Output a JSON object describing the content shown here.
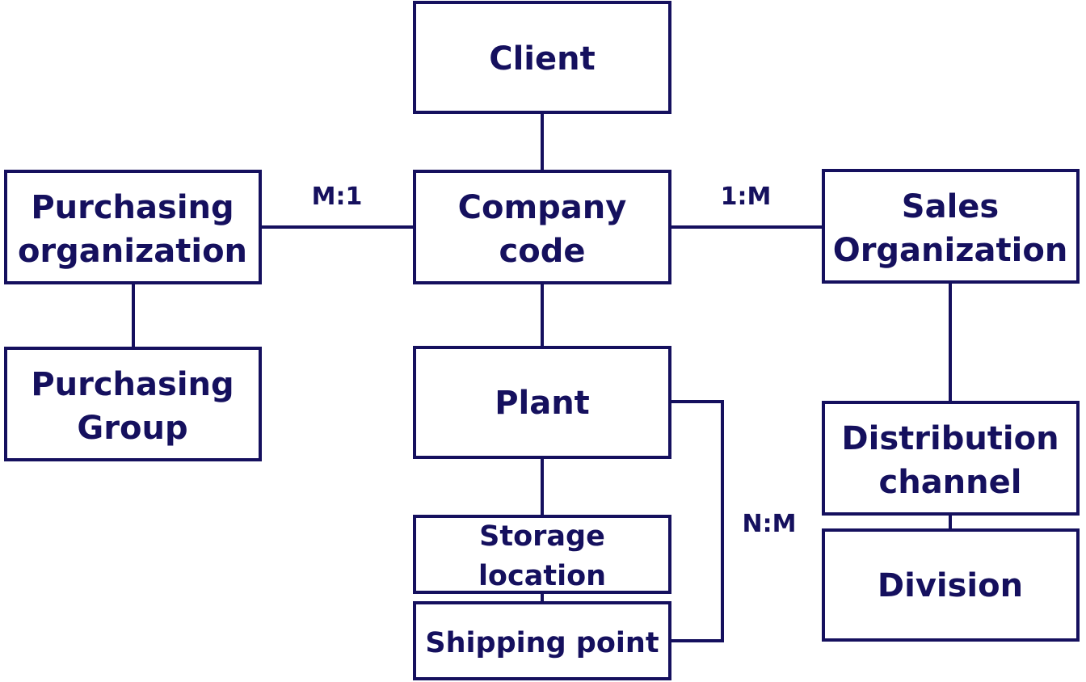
{
  "diagram": {
    "nodes": {
      "client": {
        "lines": [
          "Client"
        ]
      },
      "company_code": {
        "lines": [
          "Company",
          "code"
        ]
      },
      "purchasing_organization": {
        "lines": [
          "Purchasing",
          "organization"
        ]
      },
      "purchasing_group": {
        "lines": [
          "Purchasing",
          "Group"
        ]
      },
      "sales_organization": {
        "lines": [
          "Sales",
          "Organization"
        ]
      },
      "distribution_channel": {
        "lines": [
          "Distribution",
          "channel"
        ]
      },
      "division": {
        "lines": [
          "Division"
        ]
      },
      "plant": {
        "lines": [
          "Plant"
        ]
      },
      "storage_location": {
        "lines": [
          "Storage",
          "location"
        ]
      },
      "shipping_point": {
        "lines": [
          "Shipping point"
        ]
      }
    },
    "edges": [
      {
        "from": "client",
        "to": "company_code"
      },
      {
        "from": "purchasing_organization",
        "to": "company_code",
        "label": "M:1"
      },
      {
        "from": "company_code",
        "to": "sales_organization",
        "label": "1:M"
      },
      {
        "from": "purchasing_organization",
        "to": "purchasing_group"
      },
      {
        "from": "sales_organization",
        "to": "distribution_channel"
      },
      {
        "from": "distribution_channel",
        "to": "division"
      },
      {
        "from": "company_code",
        "to": "plant"
      },
      {
        "from": "plant",
        "to": "storage_location"
      },
      {
        "from": "storage_location",
        "to": "shipping_point"
      },
      {
        "from": "plant",
        "to": "shipping_point",
        "label": "N:M"
      }
    ],
    "colors": {
      "stroke": "#15105e",
      "text": "#15105e",
      "fill": "#ffffff"
    }
  }
}
